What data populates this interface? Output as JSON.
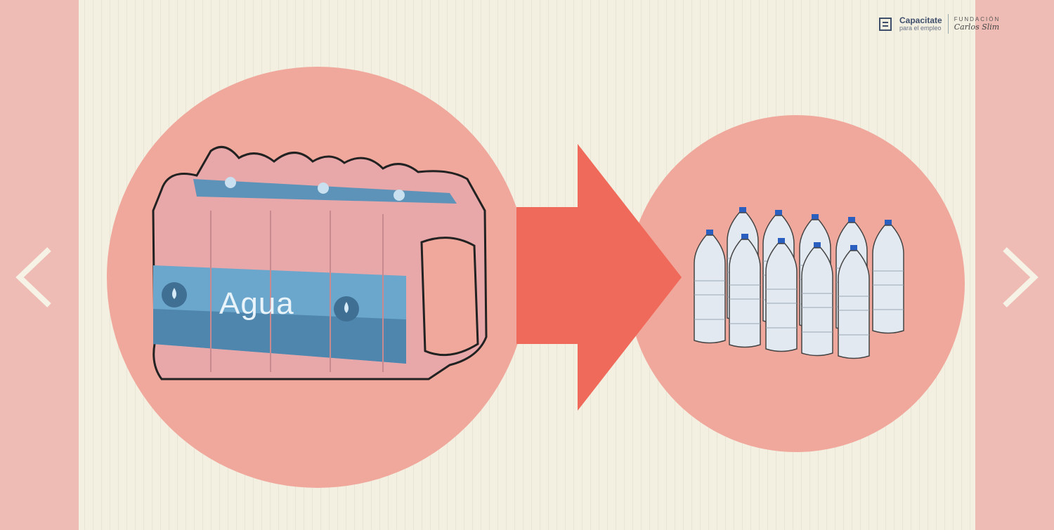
{
  "logo": {
    "name": "Capacitate",
    "tagline": "para el empleo",
    "foundation": "FUNDACIÓN",
    "foundation_name": "Carlos Slim"
  },
  "pack": {
    "label": "Agua"
  },
  "bottles": {
    "count": 10
  },
  "colors": {
    "background": "#f3f0e2",
    "side": "#eebcb4",
    "circle": "#f1a89c",
    "arrow": "#ef6a5a",
    "label": "#6ba6cc"
  }
}
